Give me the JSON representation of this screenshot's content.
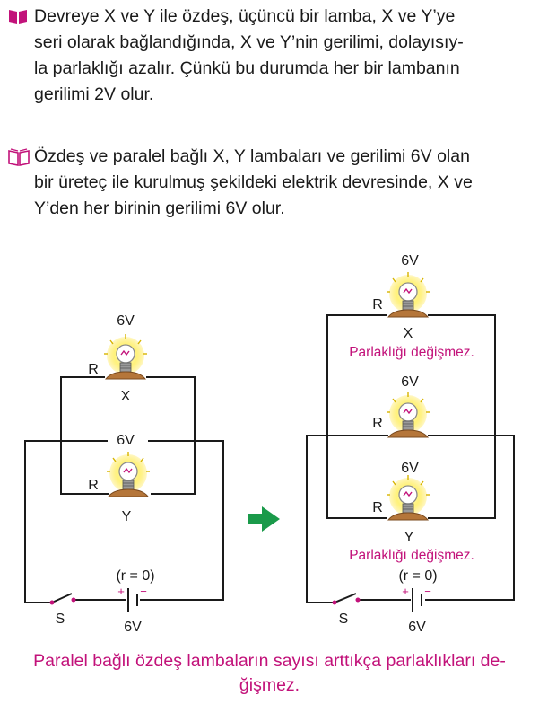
{
  "paragraphs": [
    {
      "icon": "book-icon",
      "lines": [
        "Devreye X ve Y ile özdeş, üçüncü bir lamba, X ve Y’ye",
        "seri olarak bağlandığında, X ve Y’nin gerilimi, dolayısıy-",
        "la parlaklığı azalır. Çünkü bu durumda her bir lambanın",
        "gerilimi 2V olur."
      ]
    },
    {
      "icon": "open-book-icon",
      "lines": [
        "Özdeş ve paralel bağlı X, Y lambaları ve gerilimi 6V olan",
        "bir üreteç ile kurulmuş şekildeki elektrik devresinde, X ve",
        "Y’den her birinin gerilimi 6V olur."
      ]
    }
  ],
  "left_circuit": {
    "lamp_x": {
      "voltage": "6V",
      "resistor": "R",
      "name": "X"
    },
    "lamp_y": {
      "voltage": "6V",
      "resistor": "R",
      "name": "Y"
    },
    "internal_resistance": "(r = 0)",
    "battery_voltage": "6V",
    "switch": "S",
    "plus": "+",
    "minus": "−"
  },
  "right_circuit": {
    "lamp_x": {
      "voltage": "6V",
      "resistor": "R",
      "name": "X",
      "note": "Parlaklığı değişmez."
    },
    "lamp_new": {
      "voltage": "6V",
      "resistor": "R"
    },
    "lamp_y": {
      "voltage": "6V",
      "resistor": "R",
      "name": "Y",
      "note": "Parlaklığı değişmez."
    },
    "internal_resistance": "(r = 0)",
    "battery_voltage": "6V",
    "switch": "S",
    "plus": "+",
    "minus": "−"
  },
  "caption_lines": [
    "Paralel bağlı özdeş lambaların sayısı arttıkça parlaklıkları de-",
    "ğişmez."
  ],
  "colors": {
    "accent_magenta": "#c2127a",
    "arrow_green": "#1a9a4a",
    "lamp_glow": "#fff27a",
    "wire": "#1a1a1a"
  }
}
